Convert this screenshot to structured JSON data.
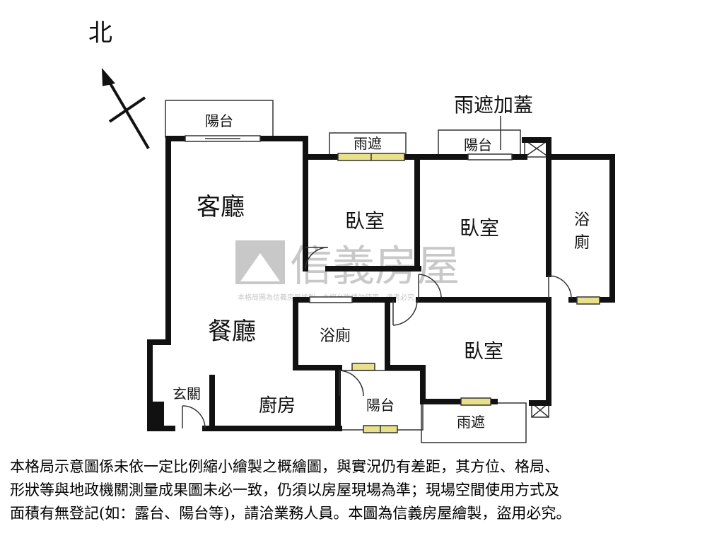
{
  "compass": {
    "label": "北"
  },
  "callout": {
    "label": "雨遮加蓋"
  },
  "rooms": {
    "living": "客廳",
    "dining": "餐廳",
    "bedroom_1": "臥室",
    "bedroom_2": "臥室",
    "bedroom_3": "臥室",
    "bath_1": "浴廁",
    "bath_2_line1": "浴",
    "bath_2_line2": "廁",
    "entry": "玄關",
    "kitchen": "廚房",
    "balcony_1": "陽台",
    "balcony_2": "陽台",
    "balcony_3": "陽台",
    "awning_1": "雨遮",
    "awning_2": "雨遮"
  },
  "watermark": {
    "brand": "信義房屋",
    "subtext": "本格局圖為信義房屋繪製，未經允許請勿使用，違者必究"
  },
  "disclaimer": {
    "line1": "本格局示意圖係未依一定比例縮小繪製之概繪圖，與實況仍有差距，其方位、格局、",
    "line2": "形狀等與地政機關測量成果圖未必一致，仍須以房屋現場為準；現場空間使用方式及",
    "line3": "面積有無登記(如：露台、陽台等)，請洽業務人員。本圖為信義房屋繪製，盜用必究。"
  },
  "colors": {
    "wall": "#111111",
    "window": "#e8e08a",
    "watermark": "#c8c8c8"
  }
}
